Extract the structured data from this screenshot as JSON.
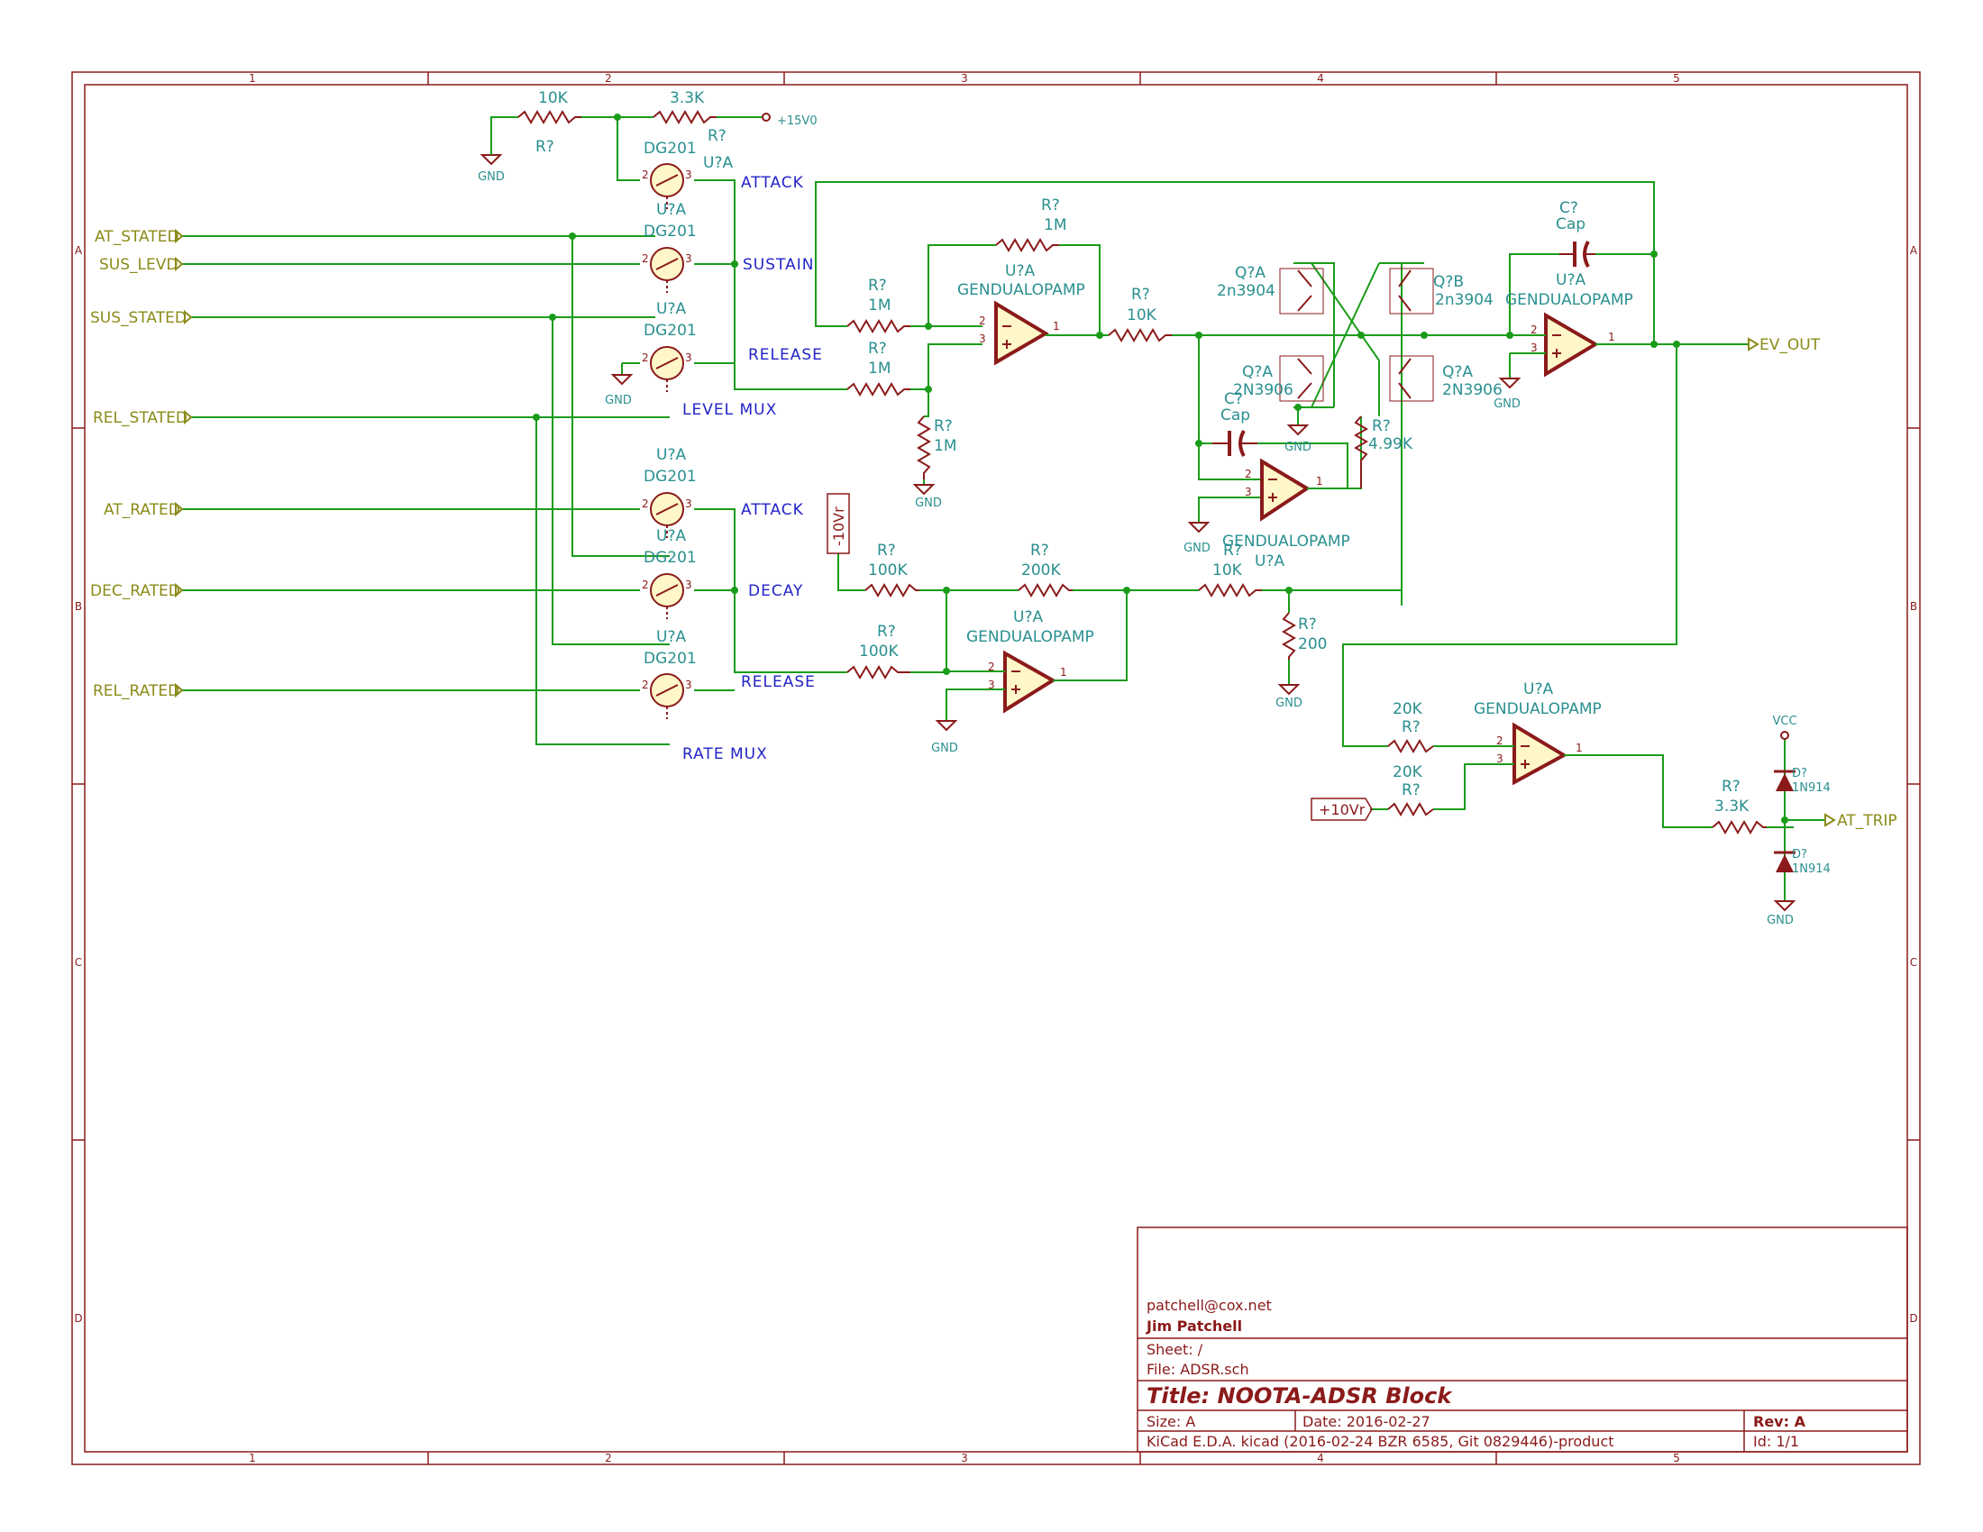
{
  "title_block": {
    "email": "patchell@cox.net",
    "author": "Jim Patchell",
    "sheet": "Sheet: /",
    "file": "File: ADSR.sch",
    "title": "Title: NOOTA-ADSR Block",
    "size": "Size: A",
    "date": "Date: 2016-02-27",
    "rev": "Rev: A",
    "tool": "KiCad E.D.A.  kicad (2016-02-24 BZR 6585, Git 0829446)-product",
    "id": "Id: 1/1"
  },
  "border": {
    "columns": [
      "1",
      "2",
      "3",
      "4",
      "5"
    ],
    "rows": [
      "A",
      "B",
      "C",
      "D"
    ]
  },
  "ports": {
    "at_stated": "AT_STATED",
    "sus_levd": "SUS_LEVD",
    "sus_stated": "SUS_STATED",
    "rel_stated": "REL_STATED",
    "at_rated": "AT_RATED",
    "dec_rated": "DEC_RATED",
    "rel_rated": "REL_RATED",
    "ev_out": "EV_OUT",
    "at_trip": "AT_TRIP",
    "neg10": "-10Vr",
    "pos10": "+10Vr"
  },
  "power": {
    "gnd": "GND",
    "plus15": "+15V0",
    "vcc": "VCC"
  },
  "labels": {
    "attack": "ATTACK",
    "sustain": "SUSTAIN",
    "release": "RELEASE",
    "decay": "DECAY",
    "level_mux": "LEVEL MUX",
    "rate_mux": "RATE MUX"
  },
  "components": {
    "ref_r": "R?",
    "ref_u": "U?A",
    "ref_c": "C?",
    "ref_d": "D?",
    "ref_qa": "Q?A",
    "ref_qb": "Q?B",
    "dg201": "DG201",
    "opamp": "GENDUALOPAMP",
    "cap": "Cap",
    "q_npn": "2n3904",
    "q_pnp": "2N3906",
    "diode": "1N914",
    "v10k": "10K",
    "v3k3": "3.3K",
    "v1m": "1M",
    "v100k": "100K",
    "v200k": "200K",
    "v200": "200",
    "v4k99": "4.99K",
    "v20k": "20K"
  },
  "colors": {
    "frame": "#8b1a1a",
    "wire": "#1a9c1a",
    "reference": "#2a8f8f",
    "net_label": "#2323c8",
    "port": "#8b8b1a",
    "body_fill": "#fff7c8"
  }
}
